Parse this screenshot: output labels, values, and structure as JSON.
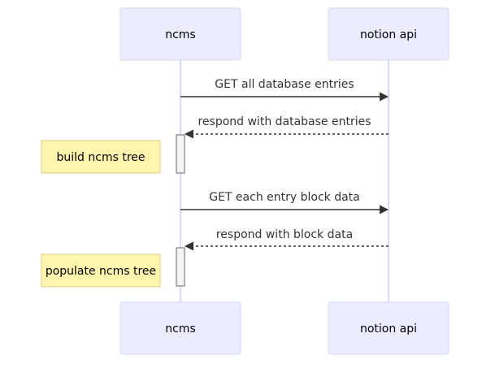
{
  "participants": {
    "ncms": "ncms",
    "notion_api": "notion api"
  },
  "messages": [
    {
      "label": "GET all database entries",
      "style": "solid"
    },
    {
      "label": "respond with database entries",
      "style": "dashed"
    },
    {
      "label": "GET each entry block data",
      "style": "solid"
    },
    {
      "label": "respond with block data",
      "style": "dashed"
    }
  ],
  "notes": [
    {
      "text": "build ncms tree",
      "color": "#fff5ad"
    },
    {
      "text": "populate ncms tree",
      "color": "#fff5ad"
    }
  ],
  "colors": {
    "actor_fill": "#ececff",
    "actor_stroke": "#d6d6f5",
    "lifeline": "#d8d8f8",
    "note_fill": "#fff5ad"
  }
}
